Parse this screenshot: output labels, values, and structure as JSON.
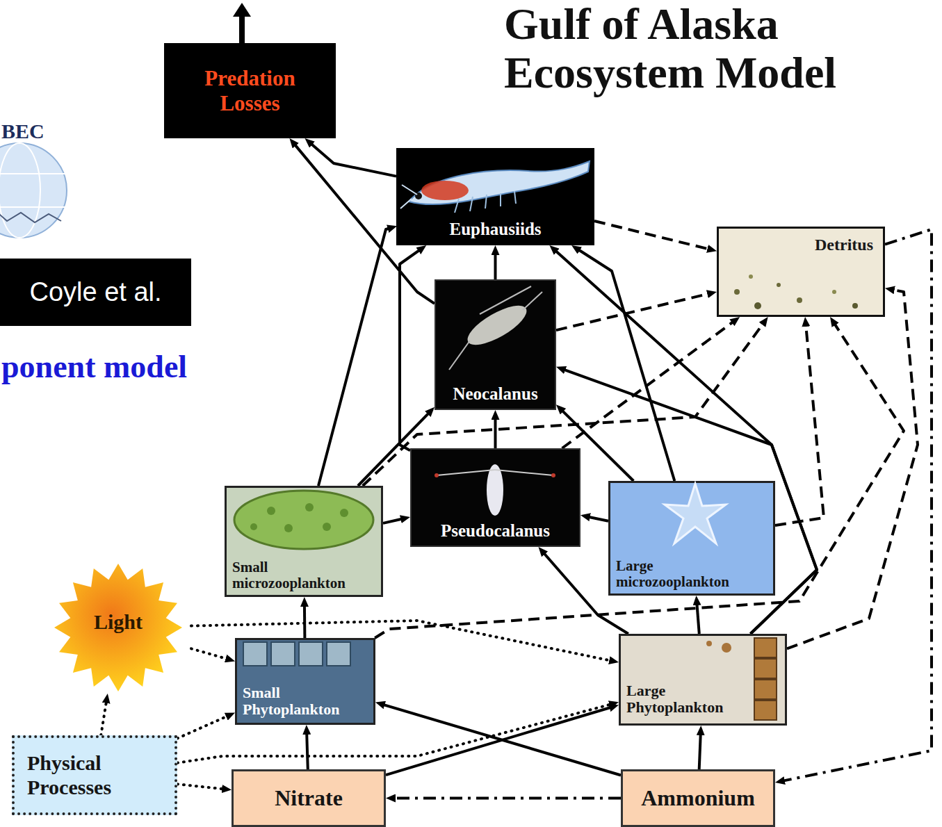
{
  "diagram": {
    "title": "Gulf of Alaska Ecosystem Model",
    "nodes": [
      {
        "text": [
          "Predation Losses"
        ]
      },
      {
        "text": [
          "Euphausiids"
        ]
      },
      {
        "text": [
          "Detritus"
        ]
      },
      {
        "text": [
          "Coyle et al."
        ]
      },
      {
        "text": [
          "Neocalanus"
        ]
      },
      {
        "text": [
          "Pseudocalanus"
        ]
      },
      {
        "text": [
          "Small microzooplankton"
        ]
      },
      {
        "text": [
          "Large microzooplankton"
        ]
      },
      {
        "text": [
          "Light"
        ]
      },
      {
        "text": [
          "Small Phytoplankton"
        ]
      },
      {
        "text": [
          "Large Phytoplankton"
        ]
      },
      {
        "text": [
          "Physical Processes"
        ]
      },
      {
        "text": [
          "Nitrate"
        ]
      },
      {
        "text": [
          "Ammonium"
        ]
      }
    ],
    "edges": [
      {
        "from": 1,
        "to": 0,
        "arrow": "to"
      },
      {
        "from": 4,
        "to": 0,
        "arrow": "to"
      },
      {
        "from": 4,
        "to": 1,
        "arrow": "to"
      },
      {
        "from": 5,
        "to": 4,
        "arrow": "to"
      },
      {
        "from": 5,
        "to": 1,
        "arrow": "to"
      },
      {
        "from": 6,
        "to": 5,
        "arrow": "to"
      },
      {
        "from": 6,
        "to": 4,
        "arrow": "to"
      },
      {
        "from": 6,
        "to": 1,
        "arrow": "to"
      },
      {
        "from": 7,
        "to": 5,
        "arrow": "to"
      },
      {
        "from": 7,
        "to": 4,
        "arrow": "to"
      },
      {
        "from": 7,
        "to": 1,
        "arrow": "to"
      },
      {
        "from": 10,
        "to": 7,
        "arrow": "to"
      },
      {
        "from": 10,
        "to": 5,
        "arrow": "to"
      },
      {
        "from": 10,
        "to": 4,
        "arrow": "to"
      },
      {
        "from": 10,
        "to": 1,
        "arrow": "to"
      },
      {
        "from": 9,
        "to": 6,
        "arrow": "to"
      },
      {
        "from": 12,
        "to": 9,
        "arrow": "to"
      },
      {
        "from": 12,
        "to": 10,
        "arrow": "to"
      },
      {
        "from": 13,
        "to": 9,
        "arrow": "to"
      },
      {
        "from": 13,
        "to": 10,
        "arrow": "to"
      },
      {
        "from": 13,
        "to": 12,
        "arrow": "to"
      },
      {
        "from": 2,
        "to": 13,
        "arrow": "to"
      },
      {
        "from": 8,
        "to": 9,
        "arrow": "to"
      },
      {
        "from": 8,
        "to": 10,
        "arrow": "to"
      },
      {
        "from": 11,
        "to": 8,
        "arrow": "to"
      },
      {
        "from": 11,
        "to": 9,
        "arrow": "to"
      },
      {
        "from": 11,
        "to": 10,
        "arrow": "to"
      },
      {
        "from": 11,
        "to": 12,
        "arrow": "to"
      },
      {
        "from": 1,
        "to": 2,
        "arrow": "to"
      },
      {
        "from": 4,
        "to": 2,
        "arrow": "to"
      },
      {
        "from": 5,
        "to": 2,
        "arrow": "to"
      },
      {
        "from": 6,
        "to": 2,
        "arrow": "to"
      },
      {
        "from": 7,
        "to": 2,
        "arrow": "to"
      },
      {
        "from": 9,
        "to": 2,
        "arrow": "to"
      },
      {
        "from": 10,
        "to": 2,
        "arrow": "to"
      }
    ],
    "labels": [
      "BEC",
      "ponent model"
    ]
  }
}
